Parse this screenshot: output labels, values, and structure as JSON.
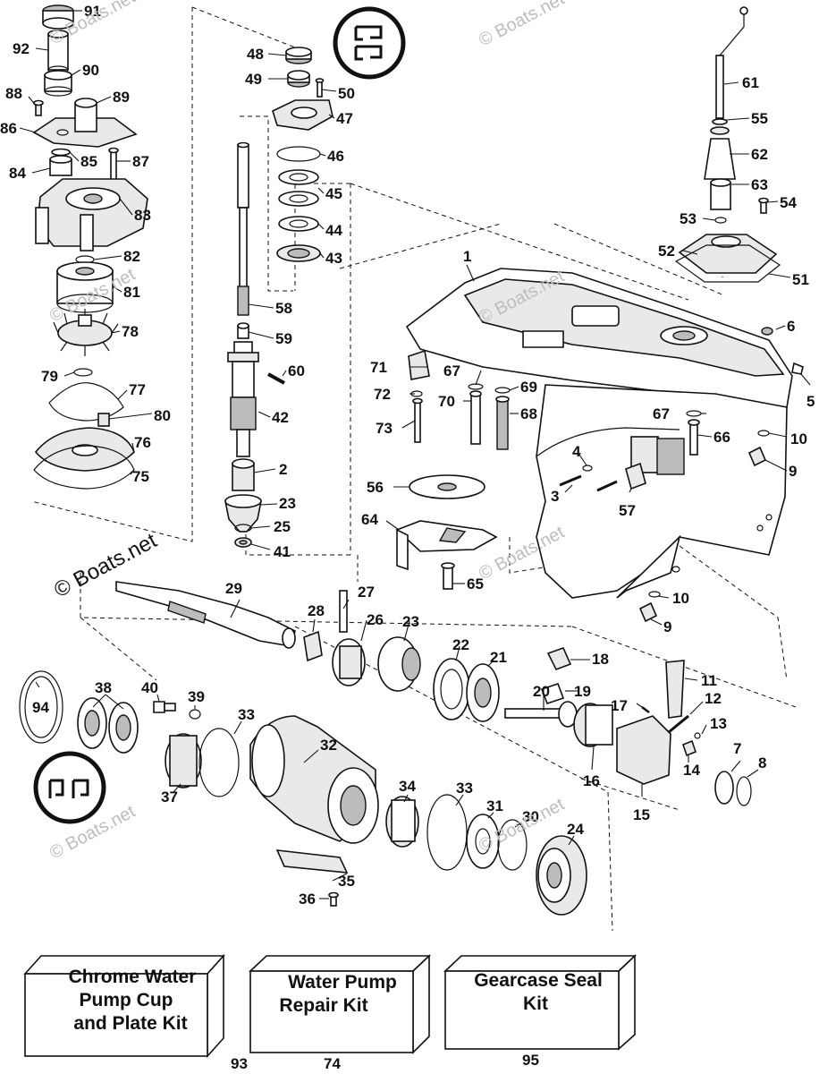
{
  "watermark": {
    "text": "© Boats.net"
  },
  "callouts": [
    "1",
    "2",
    "3",
    "4",
    "5",
    "6",
    "7",
    "8",
    "9",
    "9",
    "10",
    "10",
    "11",
    "12",
    "13",
    "14",
    "15",
    "16",
    "17",
    "18",
    "19",
    "20",
    "21",
    "22",
    "23",
    "23",
    "24",
    "25",
    "26",
    "27",
    "28",
    "29",
    "30",
    "31",
    "32",
    "33",
    "33",
    "34",
    "35",
    "36",
    "37",
    "38",
    "39",
    "40",
    "41",
    "42",
    "43",
    "44",
    "45",
    "46",
    "47",
    "48",
    "49",
    "50",
    "51",
    "52",
    "53",
    "54",
    "55",
    "56",
    "57",
    "58",
    "59",
    "60",
    "61",
    "62",
    "63",
    "64",
    "65",
    "66",
    "67",
    "67",
    "68",
    "69",
    "70",
    "71",
    "72",
    "73",
    "74",
    "75",
    "76",
    "77",
    "78",
    "79",
    "80",
    "81",
    "82",
    "83",
    "84",
    "85",
    "86",
    "87",
    "88",
    "89",
    "90",
    "91",
    "92",
    "93",
    "94",
    "95"
  ],
  "kits": [
    {
      "lines": [
        "Chrome Water",
        "Pump Cup",
        "and Plate Kit"
      ],
      "number": "93"
    },
    {
      "lines": [
        "Water Pump",
        "Repair Kit"
      ],
      "number": "74"
    },
    {
      "lines": [
        "Gearcase Seal",
        "Kit"
      ],
      "number": "95"
    }
  ]
}
